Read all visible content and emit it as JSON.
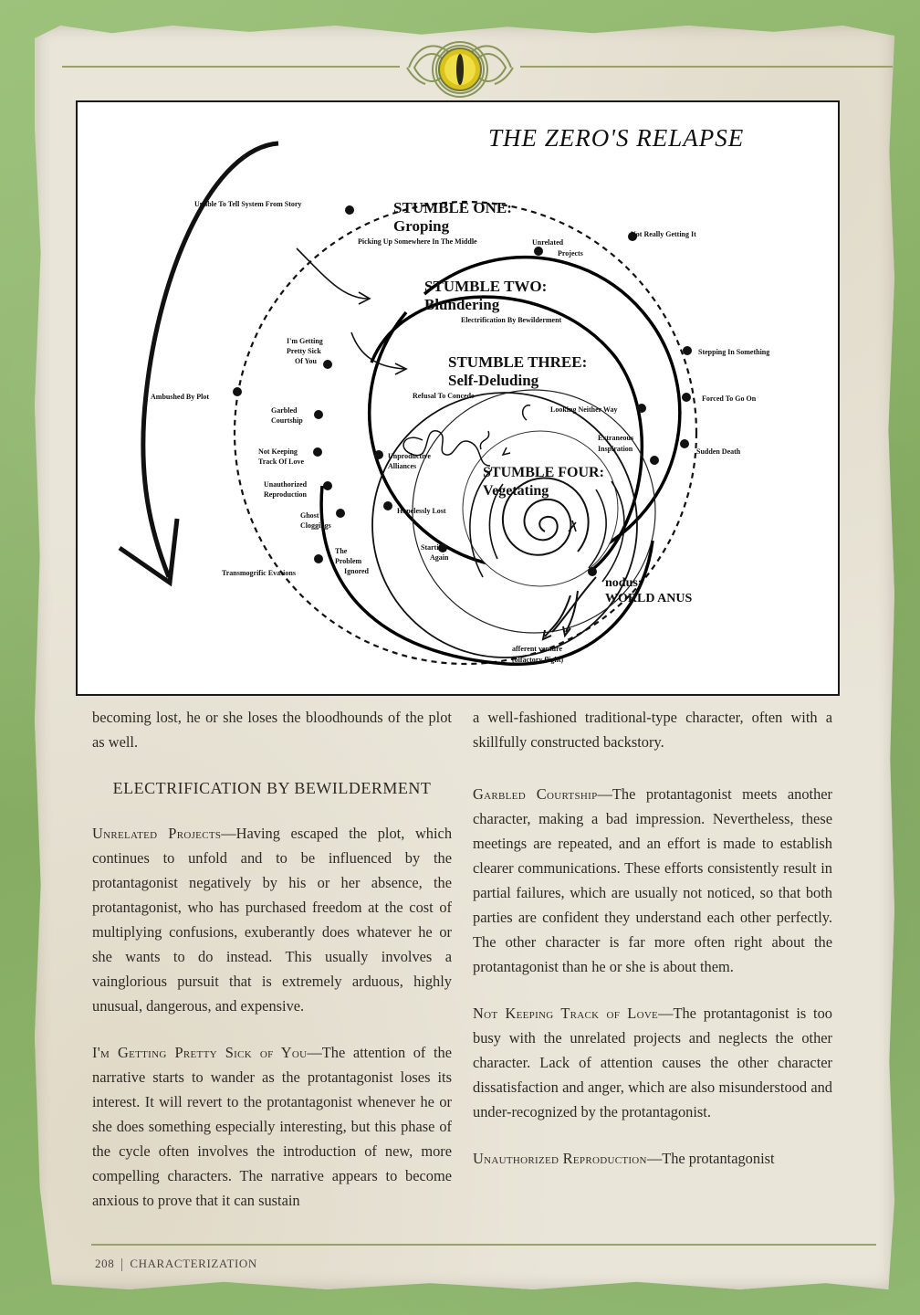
{
  "diagram": {
    "title": "THE ZERO'S RELAPSE",
    "stumbles": [
      {
        "heading": "STUMBLE ONE:",
        "name": "Groping",
        "subtitle": "Picking Up Somewhere In The Middle"
      },
      {
        "heading": "STUMBLE TWO:",
        "name": "Blundering",
        "subtitle": "Electrification By Bewilderment"
      },
      {
        "heading": "STUMBLE THREE:",
        "name": "Self-Deluding",
        "subtitle": "Refusal To Concede"
      },
      {
        "heading": "STUMBLE FOUR:",
        "name": "Vegetating"
      }
    ],
    "outer_nodes": {
      "unable": "Unable To Tell System From Story",
      "not_really": "Not Really Getting It",
      "stepping": "Stepping In Something",
      "forced": "Forced To Go On",
      "sudden": "Sudden Death",
      "ambushed": "Ambushed By Plot",
      "transmogrific": "Transmogrific Evasions"
    },
    "middle_nodes": {
      "unrelated_1": "Unrelated",
      "unrelated_2": "Projects",
      "sick_1": "I'm Getting",
      "sick_2": "Pretty Sick",
      "sick_3": "Of You",
      "garbled_1": "Garbled",
      "garbled_2": "Courtship",
      "track_1": "Not Keeping",
      "track_2": "Track Of Love",
      "repro_1": "Unauthorized",
      "repro_2": "Reproduction",
      "ghost_1": "Ghost",
      "ghost_2": "Cloggings",
      "problem_1": "The",
      "problem_2": "Problem",
      "problem_3": "Ignored"
    },
    "inner_nodes": {
      "looking": "Looking Neither Way",
      "extraneous_1": "Extraneous",
      "extraneous_2": "Inspiration",
      "unproductive_1": "Unproductive",
      "unproductive_2": "Alliances",
      "hopelessly": "Hopelessly Lost",
      "starting_1": "Starting",
      "starting_2": "Again"
    },
    "nodus_1": "nodus:",
    "nodus_2": "WORLD ANUS",
    "afferent_1": "afferent venture",
    "afferent_2": "(olfactory flight)"
  },
  "left_column": {
    "p1": "becoming lost, he or she loses the bloodhounds of the plot as well.",
    "heading": "ELECTRIFICATION BY BEWILDERMENT",
    "p2_term": "Unrelated Projects",
    "p2_body": "—Having escaped the plot, which continues to unfold and to be influenced by the protantagonist negatively by his or her absence, the protantagonist, who has purchased freedom at the cost of multiplying confusions, exuberantly does whatever he or she wants to do instead. This usually involves a vainglorious pursuit that is extremely arduous, highly unusual, dangerous, and expensive.",
    "p3_term": "I'm Getting Pretty Sick of You",
    "p3_body": "—The attention of the narrative starts to wander as the protantagonist loses its interest. It will revert to the protantagonist whenever he or she does something especially interesting, but this phase of the cycle often involves the introduction of new, more compelling characters. The narrative appears to become anxious to prove that it can sustain"
  },
  "right_column": {
    "p1": "a well-fashioned traditional-type character, often with a skillfully constructed backstory.",
    "p2_term": "Garbled Courtship",
    "p2_body": "—The protantagonist meets another character, making a bad impression. Nevertheless, these meetings are repeated, and an effort is made to establish clearer communications. These efforts consistently result in partial failures, which are usually not noticed, so that both parties are confident they understand each other perfectly. The other character is far more often right about the protantagonist than he or she is about them.",
    "p3_term": "Not Keeping Track of Love",
    "p3_body": "—The protantagonist is too busy with the unrelated projects and neglects the other character. Lack of attention causes the other character dissatisfaction and anger, which are also misunderstood and under-recognized by the protantagonist.",
    "p4_term": "Unauthorized Reproduction",
    "p4_body": "—The protantagonist"
  },
  "footer": {
    "page_number": "208",
    "section": "CHARACTERIZATION"
  },
  "colors": {
    "paper": "#e9e5d8",
    "background": "#8fb56f",
    "rule": "#9aa06a",
    "eye": "#e8d22a"
  }
}
